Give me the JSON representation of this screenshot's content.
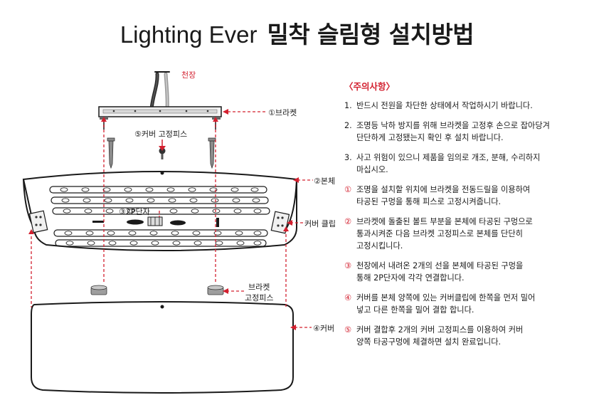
{
  "title": {
    "brand": "Lighting Ever",
    "main": "밀착 슬림형 설치방법"
  },
  "labels": {
    "ceiling": "천장",
    "bracket": "①브라켓",
    "cover_screw": "⑤커버 고정피스",
    "body": "②본체",
    "terminal": "③2P단자",
    "cover_clip": "커버 클립",
    "bracket_screw_line1": "브라켓",
    "bracket_screw_line2": "고정피스",
    "cover": "④커버"
  },
  "notes": {
    "header": "〈주의사항〉",
    "items": [
      {
        "marker": "1.",
        "red": false,
        "text": "반드시 전원을 차단한 상태에서 작업하시기 바랍니다."
      },
      {
        "marker": "2.",
        "red": false,
        "text": "조명등 낙하 방지를 위해 브라켓을 고정후 손으로 잡아당겨\n단단하게 고정됐는지 확인 후 설치 바랍니다."
      },
      {
        "marker": "3.",
        "red": false,
        "text": "사고 위험이 있으니 제품을 임의로 개조, 분해, 수리하지\n마십시오."
      },
      {
        "marker": "①",
        "red": true,
        "text": "조명을 설치할 위치에 브라켓을 전동드릴을 이용하여\n타공된 구멍을 통해 피스로 고정시켜줍니다."
      },
      {
        "marker": "②",
        "red": true,
        "text": "브라켓에 돌출된 볼트 부분을 본체에 타공된 구멍으로\n통과시켜준 다음 브라켓 고정피스로 본체를 단단히\n고정시킵니다."
      },
      {
        "marker": "③",
        "red": true,
        "text": "천장에서 내려온 2개의 선을 본체에 타공된 구멍을\n통해 2P단자에 각각 연결합니다."
      },
      {
        "marker": "④",
        "red": true,
        "text": "커버를 본체 양쪽에 있는 커버클립에 한쪽을 먼저 밀어\n넣고 다른 한쪽을 밀어 결합 합니다."
      },
      {
        "marker": "⑤",
        "red": true,
        "text": "커버 결합후 2개의 커버 고정피스를 이용하여 커버\n양쪽 타공구멍에 체결하면 설치 완료입니다."
      }
    ]
  },
  "colors": {
    "accent": "#d3202f",
    "line": "#1a1a1a"
  }
}
